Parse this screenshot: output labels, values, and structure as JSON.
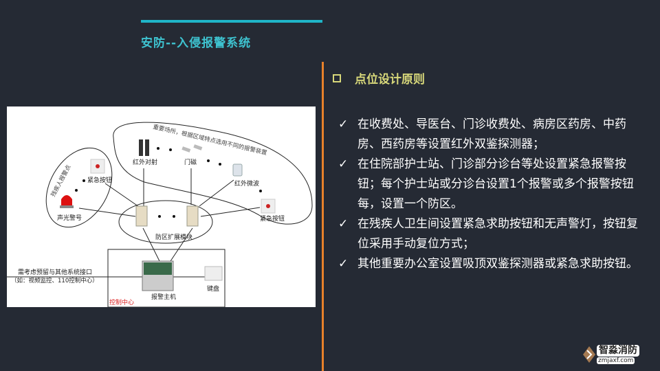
{
  "header": {
    "title": "安防--入侵报警系统"
  },
  "section": {
    "heading": "点位设计原则",
    "bullets": [
      "在收费处、导医台、门诊收费处、病房区药房、中药房、西药房等设置红外双鉴探测器；",
      "在住院部护士站、门诊部分诊台等处设置紧急报警按钮；每个护士站或分诊台设置1个报警或多个报警按钮每，设置一个防区。",
      "在残疾人卫生间设置紧急求助按钮和无声警灯，按钮复位采用手动复位方式；",
      "其他重要办公室设置吸顶双鉴探测器或紧急求助按钮。"
    ],
    "check": "✓"
  },
  "diagram": {
    "important_area": "重要场所，根据区域特点选用不同的报警装置",
    "disabled_area": "残疾人报警点",
    "emergency_button_left": "紧急按钮",
    "siren": "声光警号",
    "ir_beam": "红外对射",
    "door_contact": "门磁",
    "ir_microwave": "红外微波",
    "emergency_button_right": "紧急按钮",
    "zone_module": "防区扩展模块",
    "interface_note": "需考虑预留与其他系统接口",
    "interface_example": "（如：视频监控、110控制中心）",
    "alarm_host": "报警主机",
    "keypad": "键盘",
    "control_center": "控制中心"
  },
  "logo": {
    "name": "智淼消防",
    "url": "zmjaxf.com"
  }
}
